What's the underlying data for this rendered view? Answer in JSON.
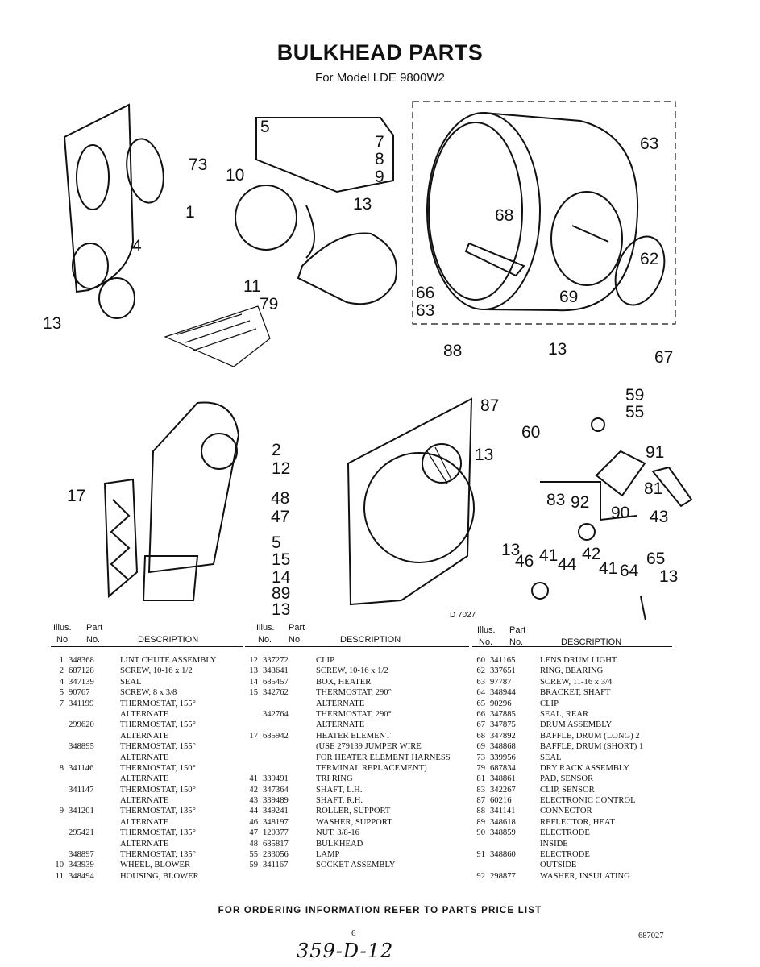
{
  "header": {
    "title": "BULKHEAD PARTS",
    "subtitle": "For Model LDE 9800W2"
  },
  "diagram": {
    "callouts": [
      "5",
      "7",
      "8",
      "9",
      "10",
      "13",
      "73",
      "1",
      "4",
      "13",
      "11",
      "79",
      "63",
      "68",
      "62",
      "66",
      "63",
      "69",
      "67",
      "88",
      "13",
      "87",
      "59",
      "55",
      "60",
      "13",
      "2",
      "12",
      "91",
      "81",
      "17",
      "83",
      "92",
      "90",
      "48",
      "43",
      "47",
      "5",
      "15",
      "13",
      "46",
      "41",
      "44",
      "42",
      "41",
      "65",
      "64",
      "13",
      "14",
      "89",
      "13"
    ],
    "diagram_number": "D 7027"
  },
  "table": {
    "header": {
      "illus": "Illus.",
      "part": "Part",
      "no": "No.",
      "no2": "No.",
      "description": "DESCRIPTION"
    },
    "columns": [
      [
        {
          "il": "1",
          "part": "348368",
          "desc": "LINT CHUTE ASSEMBLY"
        },
        {
          "il": "2",
          "part": "687128",
          "desc": "SCREW, 10-16 x 1/2"
        },
        {
          "il": "4",
          "part": "347139",
          "desc": "SEAL"
        },
        {
          "il": "5",
          "part": "90767",
          "desc": "SCREW, 8 x 3/8"
        },
        {
          "il": "7",
          "part": "341199",
          "desc": "THERMOSTAT, 155°"
        },
        {
          "il": "",
          "part": "",
          "desc": "ALTERNATE"
        },
        {
          "il": "",
          "part": "299620",
          "desc": "THERMOSTAT, 155°"
        },
        {
          "il": "",
          "part": "",
          "desc": "ALTERNATE"
        },
        {
          "il": "",
          "part": "348895",
          "desc": "THERMOSTAT, 155°"
        },
        {
          "il": "",
          "part": "",
          "desc": "ALTERNATE"
        },
        {
          "il": "8",
          "part": "341146",
          "desc": "THERMOSTAT, 150°"
        },
        {
          "il": "",
          "part": "",
          "desc": "ALTERNATE"
        },
        {
          "il": "",
          "part": "341147",
          "desc": "THERMOSTAT, 150°"
        },
        {
          "il": "",
          "part": "",
          "desc": "ALTERNATE"
        },
        {
          "il": "9",
          "part": "341201",
          "desc": "THERMOSTAT, 135°"
        },
        {
          "il": "",
          "part": "",
          "desc": "ALTERNATE"
        },
        {
          "il": "",
          "part": "295421",
          "desc": "THERMOSTAT, 135°"
        },
        {
          "il": "",
          "part": "",
          "desc": "ALTERNATE"
        },
        {
          "il": "",
          "part": "348897",
          "desc": "THERMOSTAT, 135°"
        },
        {
          "il": "10",
          "part": "343939",
          "desc": "WHEEL, BLOWER"
        },
        {
          "il": "11",
          "part": "348494",
          "desc": "HOUSING, BLOWER"
        }
      ],
      [
        {
          "il": "12",
          "part": "337272",
          "desc": "CLIP"
        },
        {
          "il": "13",
          "part": "343641",
          "desc": "SCREW, 10-16 x 1/2"
        },
        {
          "il": "14",
          "part": "685457",
          "desc": "BOX, HEATER"
        },
        {
          "il": "15",
          "part": "342762",
          "desc": "THERMOSTAT, 290°"
        },
        {
          "il": "",
          "part": "",
          "desc": "ALTERNATE"
        },
        {
          "il": "",
          "part": "342764",
          "desc": "THERMOSTAT, 290°"
        },
        {
          "il": "",
          "part": "",
          "desc": "ALTERNATE"
        },
        {
          "il": "17",
          "part": "685942",
          "desc": "HEATER ELEMENT"
        },
        {
          "il": "",
          "part": "",
          "desc": "(USE 279139 JUMPER WIRE"
        },
        {
          "il": "",
          "part": "",
          "desc": "FOR HEATER ELEMENT HARNESS"
        },
        {
          "il": "",
          "part": "",
          "desc": "TERMINAL REPLACEMENT)"
        },
        {
          "il": "41",
          "part": "339491",
          "desc": "TRI RING"
        },
        {
          "il": "42",
          "part": "347364",
          "desc": "SHAFT, L.H."
        },
        {
          "il": "43",
          "part": "339489",
          "desc": "SHAFT, R.H."
        },
        {
          "il": "44",
          "part": "349241",
          "desc": "ROLLER, SUPPORT"
        },
        {
          "il": "46",
          "part": "348197",
          "desc": "WASHER, SUPPORT"
        },
        {
          "il": "47",
          "part": "120377",
          "desc": "NUT, 3/8-16"
        },
        {
          "il": "48",
          "part": "685817",
          "desc": "BULKHEAD"
        },
        {
          "il": "55",
          "part": "233056",
          "desc": "LAMP"
        },
        {
          "il": "59",
          "part": "341167",
          "desc": "SOCKET ASSEMBLY"
        }
      ],
      [
        {
          "il": "60",
          "part": "341165",
          "desc": "LENS DRUM LIGHT"
        },
        {
          "il": "62",
          "part": "337651",
          "desc": "RING, BEARING"
        },
        {
          "il": "63",
          "part": "97787",
          "desc": "SCREW, 11-16 x 3/4"
        },
        {
          "il": "64",
          "part": "348944",
          "desc": "BRACKET, SHAFT"
        },
        {
          "il": "65",
          "part": "90296",
          "desc": "CLIP"
        },
        {
          "il": "66",
          "part": "347885",
          "desc": "SEAL, REAR"
        },
        {
          "il": "67",
          "part": "347875",
          "desc": "DRUM ASSEMBLY"
        },
        {
          "il": "68",
          "part": "347892",
          "desc": "BAFFLE, DRUM (LONG) 2"
        },
        {
          "il": "69",
          "part": "348868",
          "desc": "BAFFLE, DRUM (SHORT) 1"
        },
        {
          "il": "73",
          "part": "339956",
          "desc": "SEAL"
        },
        {
          "il": "79",
          "part": "687834",
          "desc": "DRY RACK ASSEMBLY"
        },
        {
          "il": "81",
          "part": "348861",
          "desc": "PAD, SENSOR"
        },
        {
          "il": "83",
          "part": "342267",
          "desc": "CLIP, SENSOR"
        },
        {
          "il": "87",
          "part": "60216",
          "desc": "ELECTRONIC CONTROL"
        },
        {
          "il": "88",
          "part": "341141",
          "desc": "CONNECTOR"
        },
        {
          "il": "89",
          "part": "348618",
          "desc": "REFLECTOR, HEAT"
        },
        {
          "il": "90",
          "part": "348859",
          "desc": "ELECTRODE"
        },
        {
          "il": "",
          "part": "",
          "desc": "INSIDE"
        },
        {
          "il": "91",
          "part": "348860",
          "desc": "ELECTRODE"
        },
        {
          "il": "",
          "part": "",
          "desc": "OUTSIDE"
        },
        {
          "il": "92",
          "part": "298877",
          "desc": "WASHER, INSULATING"
        }
      ]
    ]
  },
  "footer": {
    "ordering": "FOR ORDERING INFORMATION REFER TO PARTS PRICE LIST",
    "page": "6",
    "doc_number": "687027",
    "handwritten": "359-D-12"
  }
}
